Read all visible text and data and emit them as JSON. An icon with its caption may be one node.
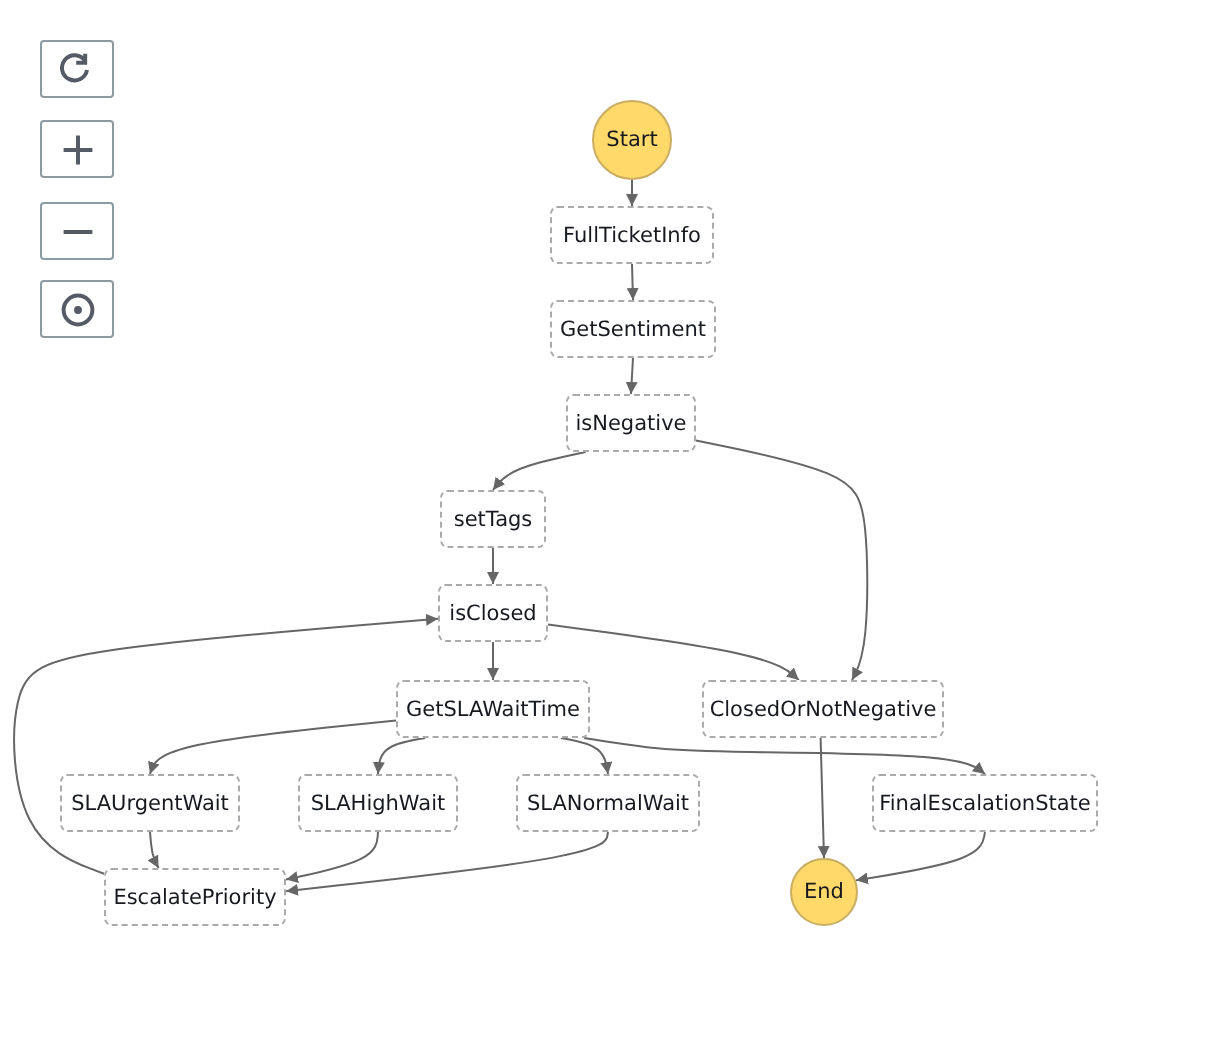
{
  "diagram": {
    "nodes": [
      {
        "text": [
          "Start"
        ]
      },
      {
        "text": [
          "FullTicketInfo"
        ]
      },
      {
        "text": [
          "GetSentiment"
        ]
      },
      {
        "text": [
          "isNegative"
        ]
      },
      {
        "text": [
          "setTags"
        ]
      },
      {
        "text": [
          "isClosed"
        ]
      },
      {
        "text": [
          "GetSLAWaitTime"
        ]
      },
      {
        "text": [
          "ClosedOrNotNegative"
        ]
      },
      {
        "text": [
          "SLAUrgentWait"
        ]
      },
      {
        "text": [
          "SLAHighWait"
        ]
      },
      {
        "text": [
          "SLANormalWait"
        ]
      },
      {
        "text": [
          "FinalEscalationState"
        ]
      },
      {
        "text": [
          "EscalatePriority"
        ]
      },
      {
        "text": [
          "End"
        ]
      }
    ],
    "edges": [
      {
        "from": 0,
        "to": 1,
        "arrow": "to"
      },
      {
        "from": 1,
        "to": 2,
        "arrow": "to"
      },
      {
        "from": 2,
        "to": 3,
        "arrow": "to"
      },
      {
        "from": 3,
        "to": 4,
        "arrow": "to"
      },
      {
        "from": 3,
        "to": 7,
        "arrow": "to"
      },
      {
        "from": 4,
        "to": 5,
        "arrow": "to"
      },
      {
        "from": 5,
        "to": 6,
        "arrow": "to"
      },
      {
        "from": 5,
        "to": 7,
        "arrow": "to"
      },
      {
        "from": 6,
        "to": 8,
        "arrow": "to"
      },
      {
        "from": 6,
        "to": 9,
        "arrow": "to"
      },
      {
        "from": 6,
        "to": 10,
        "arrow": "to"
      },
      {
        "from": 6,
        "to": 11,
        "arrow": "to"
      },
      {
        "from": 8,
        "to": 12,
        "arrow": "to"
      },
      {
        "from": 9,
        "to": 12,
        "arrow": "to"
      },
      {
        "from": 10,
        "to": 12,
        "arrow": "to"
      },
      {
        "from": 12,
        "to": 5,
        "arrow": "to"
      },
      {
        "from": 7,
        "to": 13,
        "arrow": "to"
      },
      {
        "from": 11,
        "to": 13,
        "arrow": "to"
      }
    ]
  }
}
